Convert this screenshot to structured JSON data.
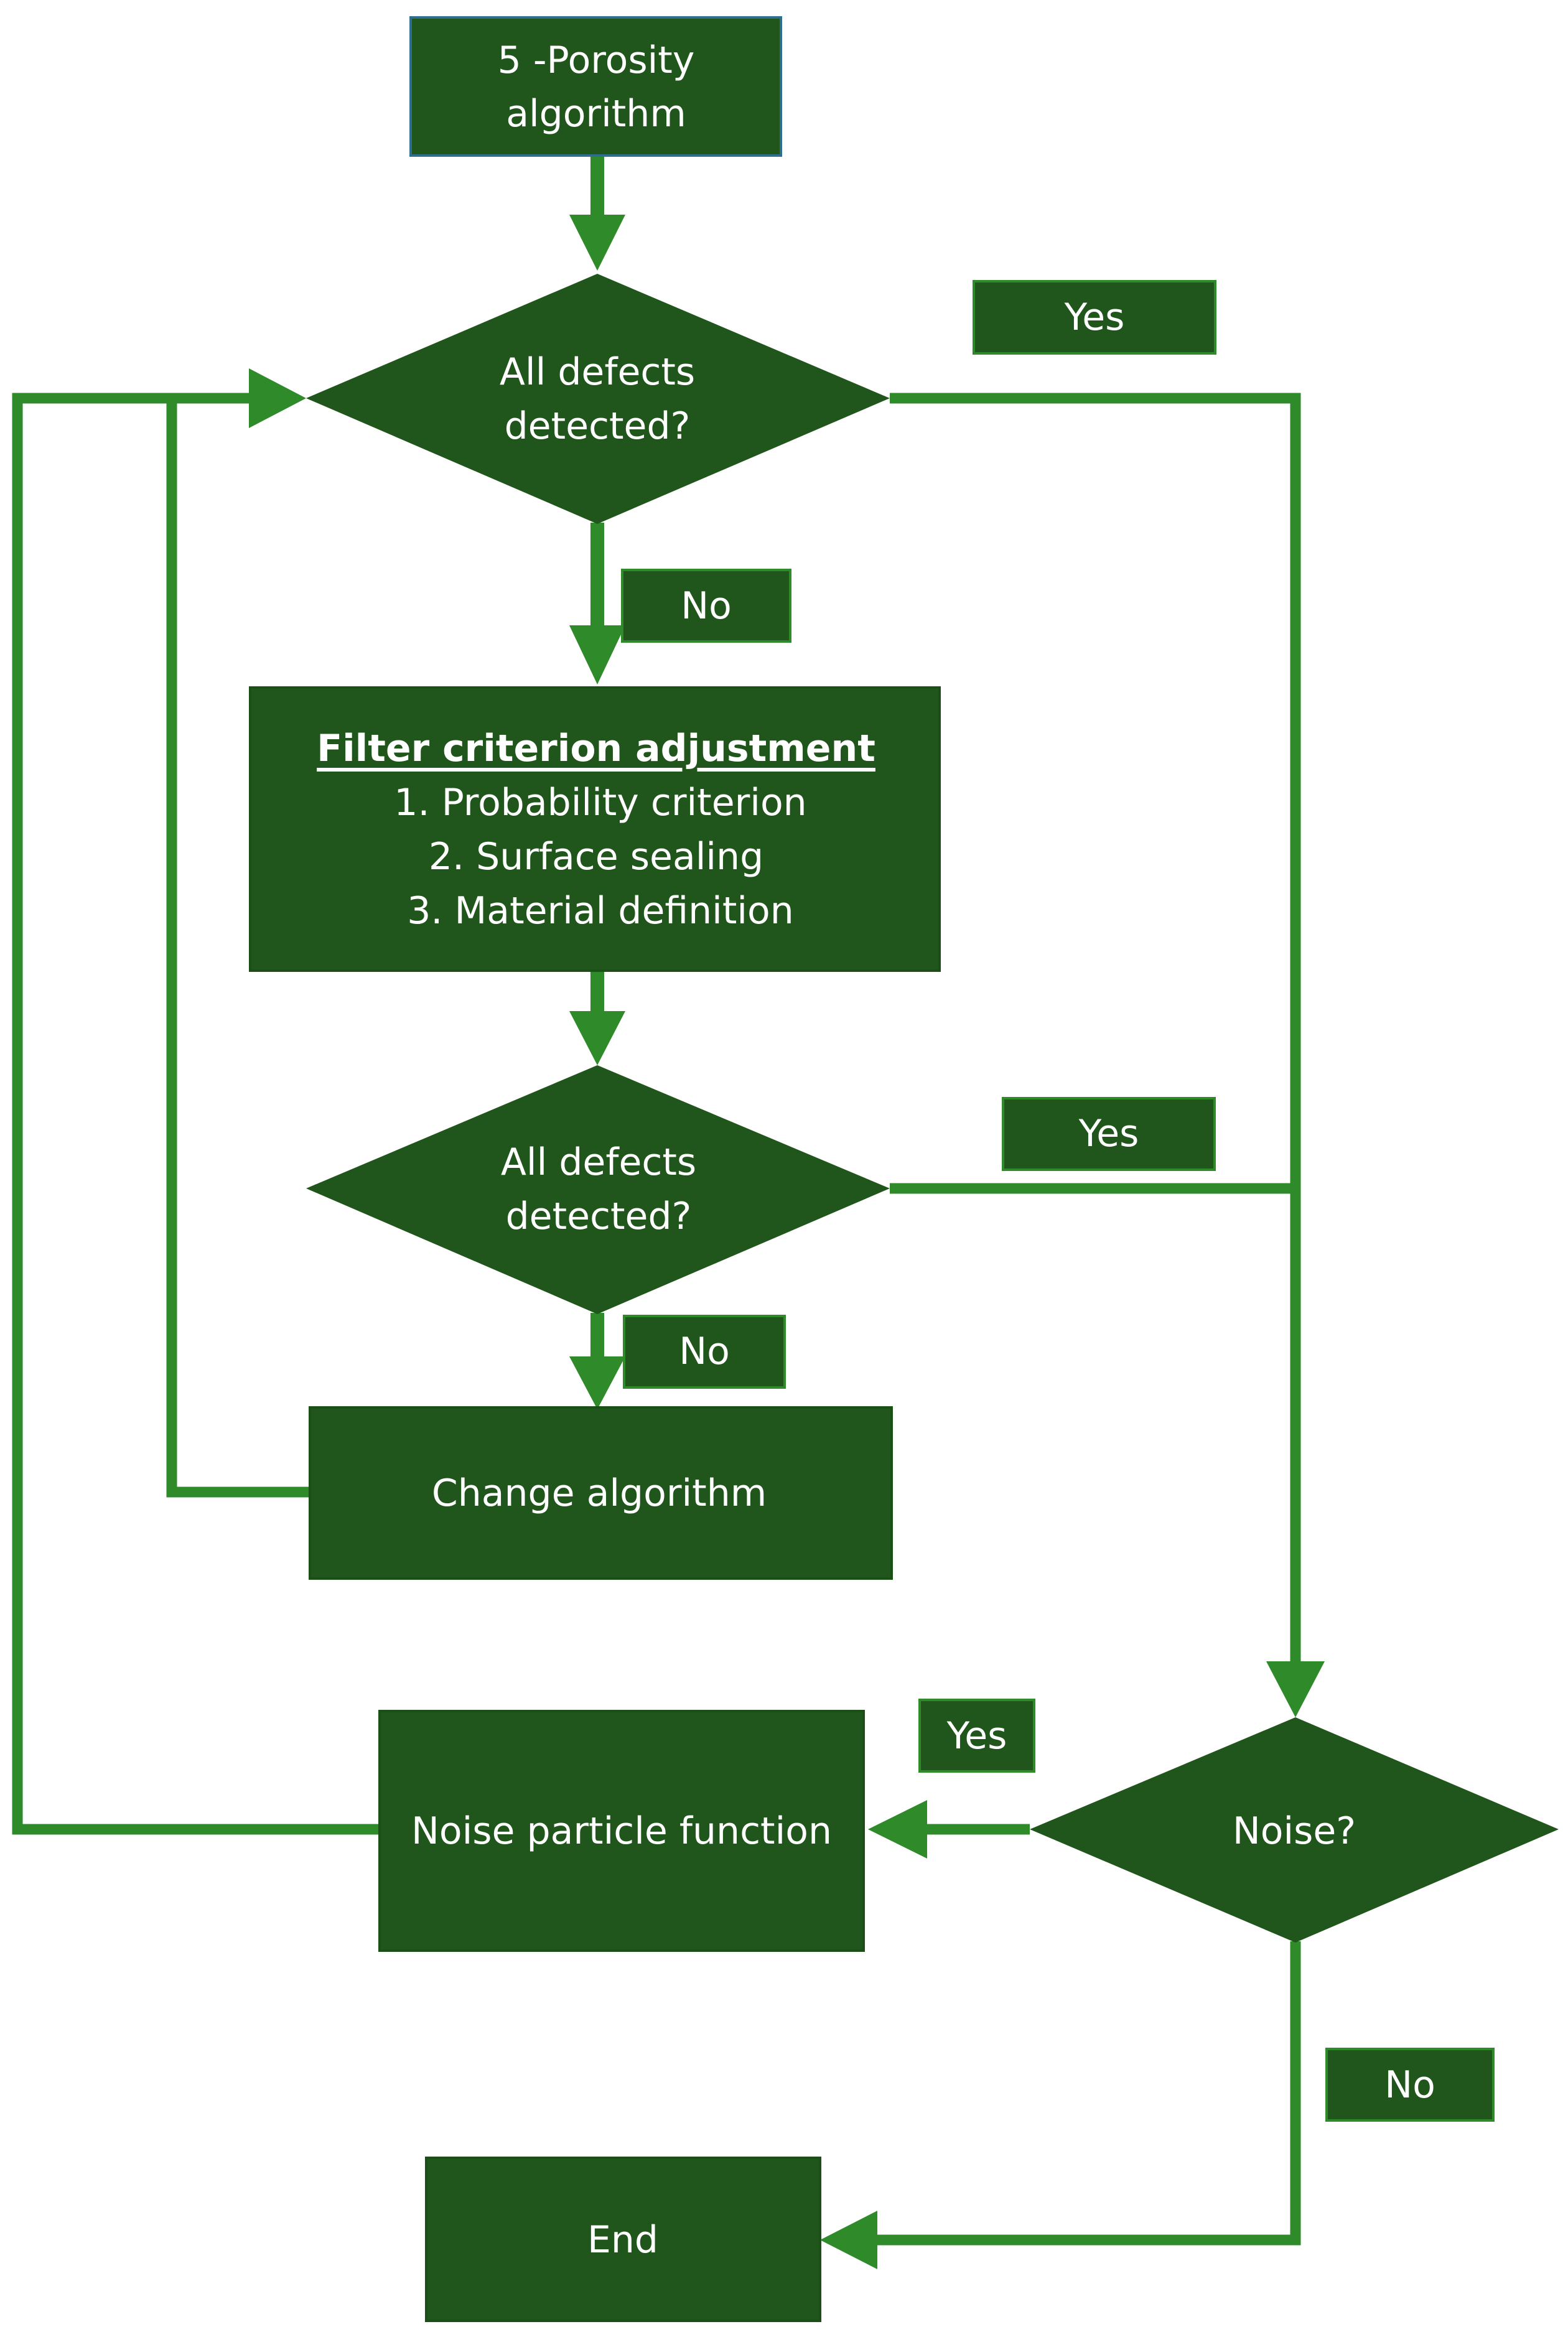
{
  "start": {
    "line1": "5 -Porosity",
    "line2": "algorithm"
  },
  "decision1": {
    "line1": "All defects",
    "line2": "detected?"
  },
  "decision1_yes": "Yes",
  "decision1_no": "No",
  "filter": {
    "title": "Filter criterion adjustment",
    "items": [
      "1.   Probability criterion",
      "2.   Surface sealing",
      "3.   Material definition"
    ]
  },
  "decision2": {
    "line1": "All defects",
    "line2": "detected?"
  },
  "decision2_yes": "Yes",
  "decision2_no": "No",
  "change_algorithm": "Change algorithm",
  "noise_decision": "Noise?",
  "noise_yes": "Yes",
  "noise_no": "No",
  "noise_function": "Noise particle function",
  "end": "End",
  "colors": {
    "node_fill": "#20561b",
    "connector": "#2f8a2a",
    "text": "#ffffff"
  }
}
